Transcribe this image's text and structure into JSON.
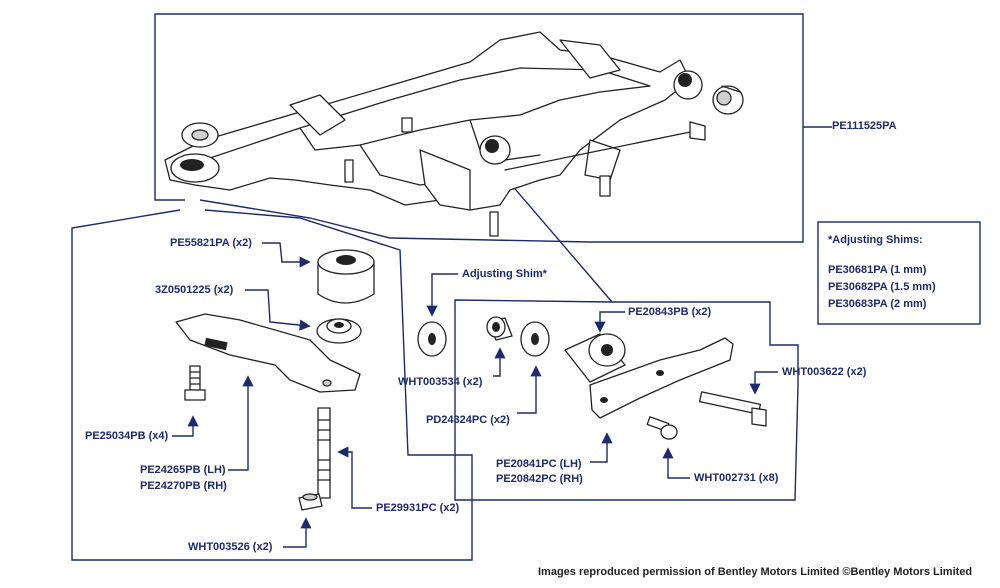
{
  "labels": {
    "pe111525pa": "PE111525PA",
    "pe55821pa": "PE55821PA (x2)",
    "z30501225": "3Z0501225 (x2)",
    "pe25034pb": "PE25034PB (x4)",
    "pe24265pb": "PE24265PB (LH)",
    "pe24270pb": "PE24270PB (RH)",
    "pe29931pc": "PE29931PC (x2)",
    "wht003526": "WHT003526 (x2)",
    "adjusting_shim": "Adjusting Shim*",
    "wht003534": "WHT003534 (x2)",
    "pd24324pc": "PD24324PC (x2)",
    "pe20843pb": "PE20843PB (x2)",
    "pe20841pc": "PE20841PC (LH)",
    "pe20842pc": "PE20842PC (RH)",
    "wht003622": "WHT003622 (x2)",
    "wht002731": "WHT002731 (x8)"
  },
  "shims_note": {
    "title": "*Adjusting Shims:",
    "lines": [
      "PE30681PA (1 mm)",
      "PE30682PA (1.5 mm)",
      "PE30683PA (2 mm)"
    ]
  },
  "credit": "Images reproduced permission of Bentley Motors Limited ©Bentley Motors Limited",
  "colors": {
    "callout": "#1d2a6b",
    "ink": "#222222"
  }
}
